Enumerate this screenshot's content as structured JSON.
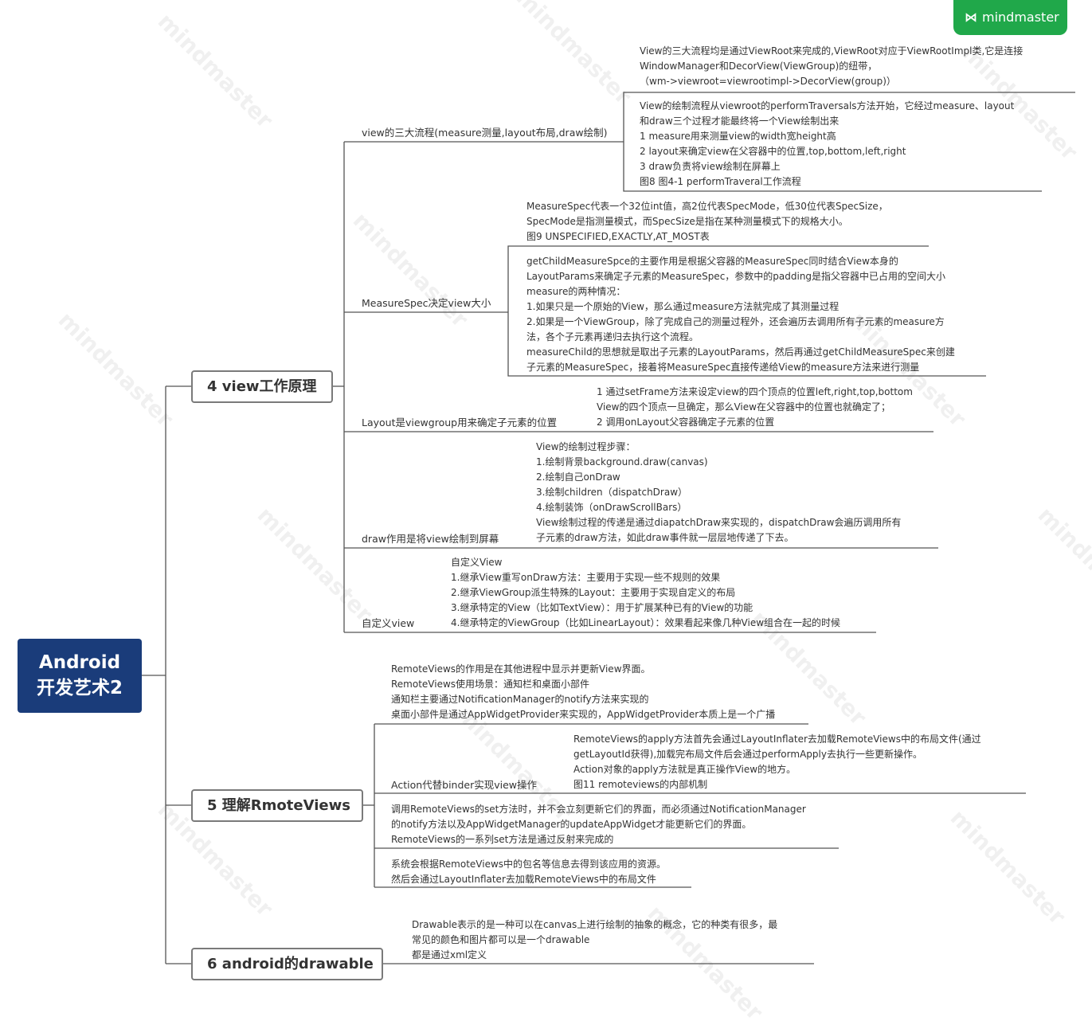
{
  "root": {
    "line1": "Android",
    "line2": "开发艺术2"
  },
  "brand": {
    "name": "mindmaster",
    "color": "#20a84a"
  },
  "colors": {
    "root_bg": "#1a3c7a",
    "line": "#555555"
  },
  "branches": [
    {
      "title": "4 view工作原理",
      "topics": [
        {
          "label": "view的三大流程(measure测量,layout布局,draw绘制)",
          "notes": [
            [
              "View的三大流程均是通过ViewRoot来完成的,ViewRoot对应于ViewRootImpl类,它是连接",
              "WindowManager和DecorView(ViewGroup)的纽带，",
              "（wm->viewroot=viewrootimpl->DecorView(group)）"
            ],
            [
              "View的绘制流程从viewroot的performTraversals方法开始，它经过measure、layout",
              "和draw三个过程才能最终将一个View绘制出来",
              "1 measure用来测量view的width宽height高",
              "2 layout来确定view在父容器中的位置,top,bottom,left,right",
              "3 draw负责将view绘制在屏幕上",
              "图8 图4-1 performTraveral工作流程"
            ]
          ]
        },
        {
          "label": "MeasureSpec决定view大小",
          "notes": [
            [
              "MeasureSpec代表一个32位int值，高2位代表SpecMode，低30位代表SpecSize，",
              "SpecMode是指测量模式，而SpecSize是指在某种测量模式下的规格大小。",
              "图9 UNSPECIFIED,EXACTLY,AT_MOST表"
            ],
            [
              "getChildMeasureSpce的主要作用是根据父容器的MeasureSpec同时结合View本身的",
              "LayoutParams来确定子元素的MeasureSpec，参数中的padding是指父容器中已占用的空间大小",
              "measure的两种情况：",
              "1.如果只是一个原始的View，那么通过measure方法就完成了其测量过程",
              "2.如果是一个ViewGroup，除了完成自己的测量过程外，还会遍历去调用所有子元素的measure方",
              "法，各个子元素再递归去执行这个流程。",
              "measureChild的思想就是取出子元素的LayoutParams，然后再通过getChildMeasureSpec来创建",
              "子元素的MeasureSpec，接着将MeasureSpec直接传递给View的measure方法来进行测量"
            ]
          ]
        },
        {
          "label": "Layout是viewgroup用来确定子元素的位置",
          "notes": [
            [
              "1 通过setFrame方法来设定view的四个顶点的位置left,right,top,bottom",
              "View的四个顶点一旦确定，那么View在父容器中的位置也就确定了；",
              "2 调用onLayout父容器确定子元素的位置"
            ]
          ]
        },
        {
          "label": "draw作用是将view绘制到屏幕",
          "notes": [
            [
              "View的绘制过程步骤：",
              "1.绘制背景background.draw(canvas)",
              "2.绘制自己onDraw",
              "3.绘制children（dispatchDraw）",
              "4.绘制装饰（onDrawScrollBars）",
              "View绘制过程的传递是通过diapatchDraw来实现的，dispatchDraw会遍历调用所有",
              "子元素的draw方法，如此draw事件就一层层地传递了下去。"
            ]
          ]
        },
        {
          "label": "自定义view",
          "notes": [
            [
              "自定义View",
              "1.继承View重写onDraw方法：主要用于实现一些不规则的效果",
              "2.继承ViewGroup派生特殊的Layout：主要用于实现自定义的布局",
              "3.继承特定的View（比如TextView）：用于扩展某种已有的View的功能",
              "4.继承特定的ViewGroup（比如LinearLayout）：效果看起来像几种View组合在一起的时候"
            ]
          ]
        }
      ]
    },
    {
      "title": "5 理解RmoteViews",
      "topics": [
        {
          "label": "",
          "notes": [
            [
              "RemoteViews的作用是在其他进程中显示并更新View界面。",
              "RemoteViews使用场景：通知栏和桌面小部件",
              "通知栏主要通过NotificationManager的notify方法来实现的",
              "桌面小部件是通过AppWidgetProvider来实现的，AppWidgetProvider本质上是一个广播"
            ]
          ]
        },
        {
          "label": "Action代替binder实现view操作",
          "notes": [
            [
              "RemoteViews的apply方法首先会通过LayoutInflater去加载RemoteViews中的布局文件(通过",
              "getLayoutId获得),加载完布局文件后会通过performApply去执行一些更新操作。",
              "Action对象的apply方法就是真正操作View的地方。",
              "图11 remoteviews的内部机制"
            ]
          ]
        },
        {
          "label": "",
          "notes": [
            [
              "调用RemoteViews的set方法时，并不会立刻更新它们的界面，而必须通过NotificationManager",
              "的notify方法以及AppWidgetManager的updateAppWidget才能更新它们的界面。",
              "RemoteViews的一系列set方法是通过反射来完成的"
            ]
          ]
        },
        {
          "label": "",
          "notes": [
            [
              "系统会根据RemoteViews中的包名等信息去得到该应用的资源。",
              "然后会通过LayoutInflater去加载RemoteViews中的布局文件"
            ]
          ]
        }
      ]
    },
    {
      "title": "6 android的drawable",
      "topics": [
        {
          "label": "",
          "notes": [
            [
              "Drawable表示的是一种可以在canvas上进行绘制的抽象的概念，它的种类有很多，最",
              "常见的颜色和图片都可以是一个drawable",
              "都是通过xml定义"
            ]
          ]
        }
      ]
    }
  ]
}
